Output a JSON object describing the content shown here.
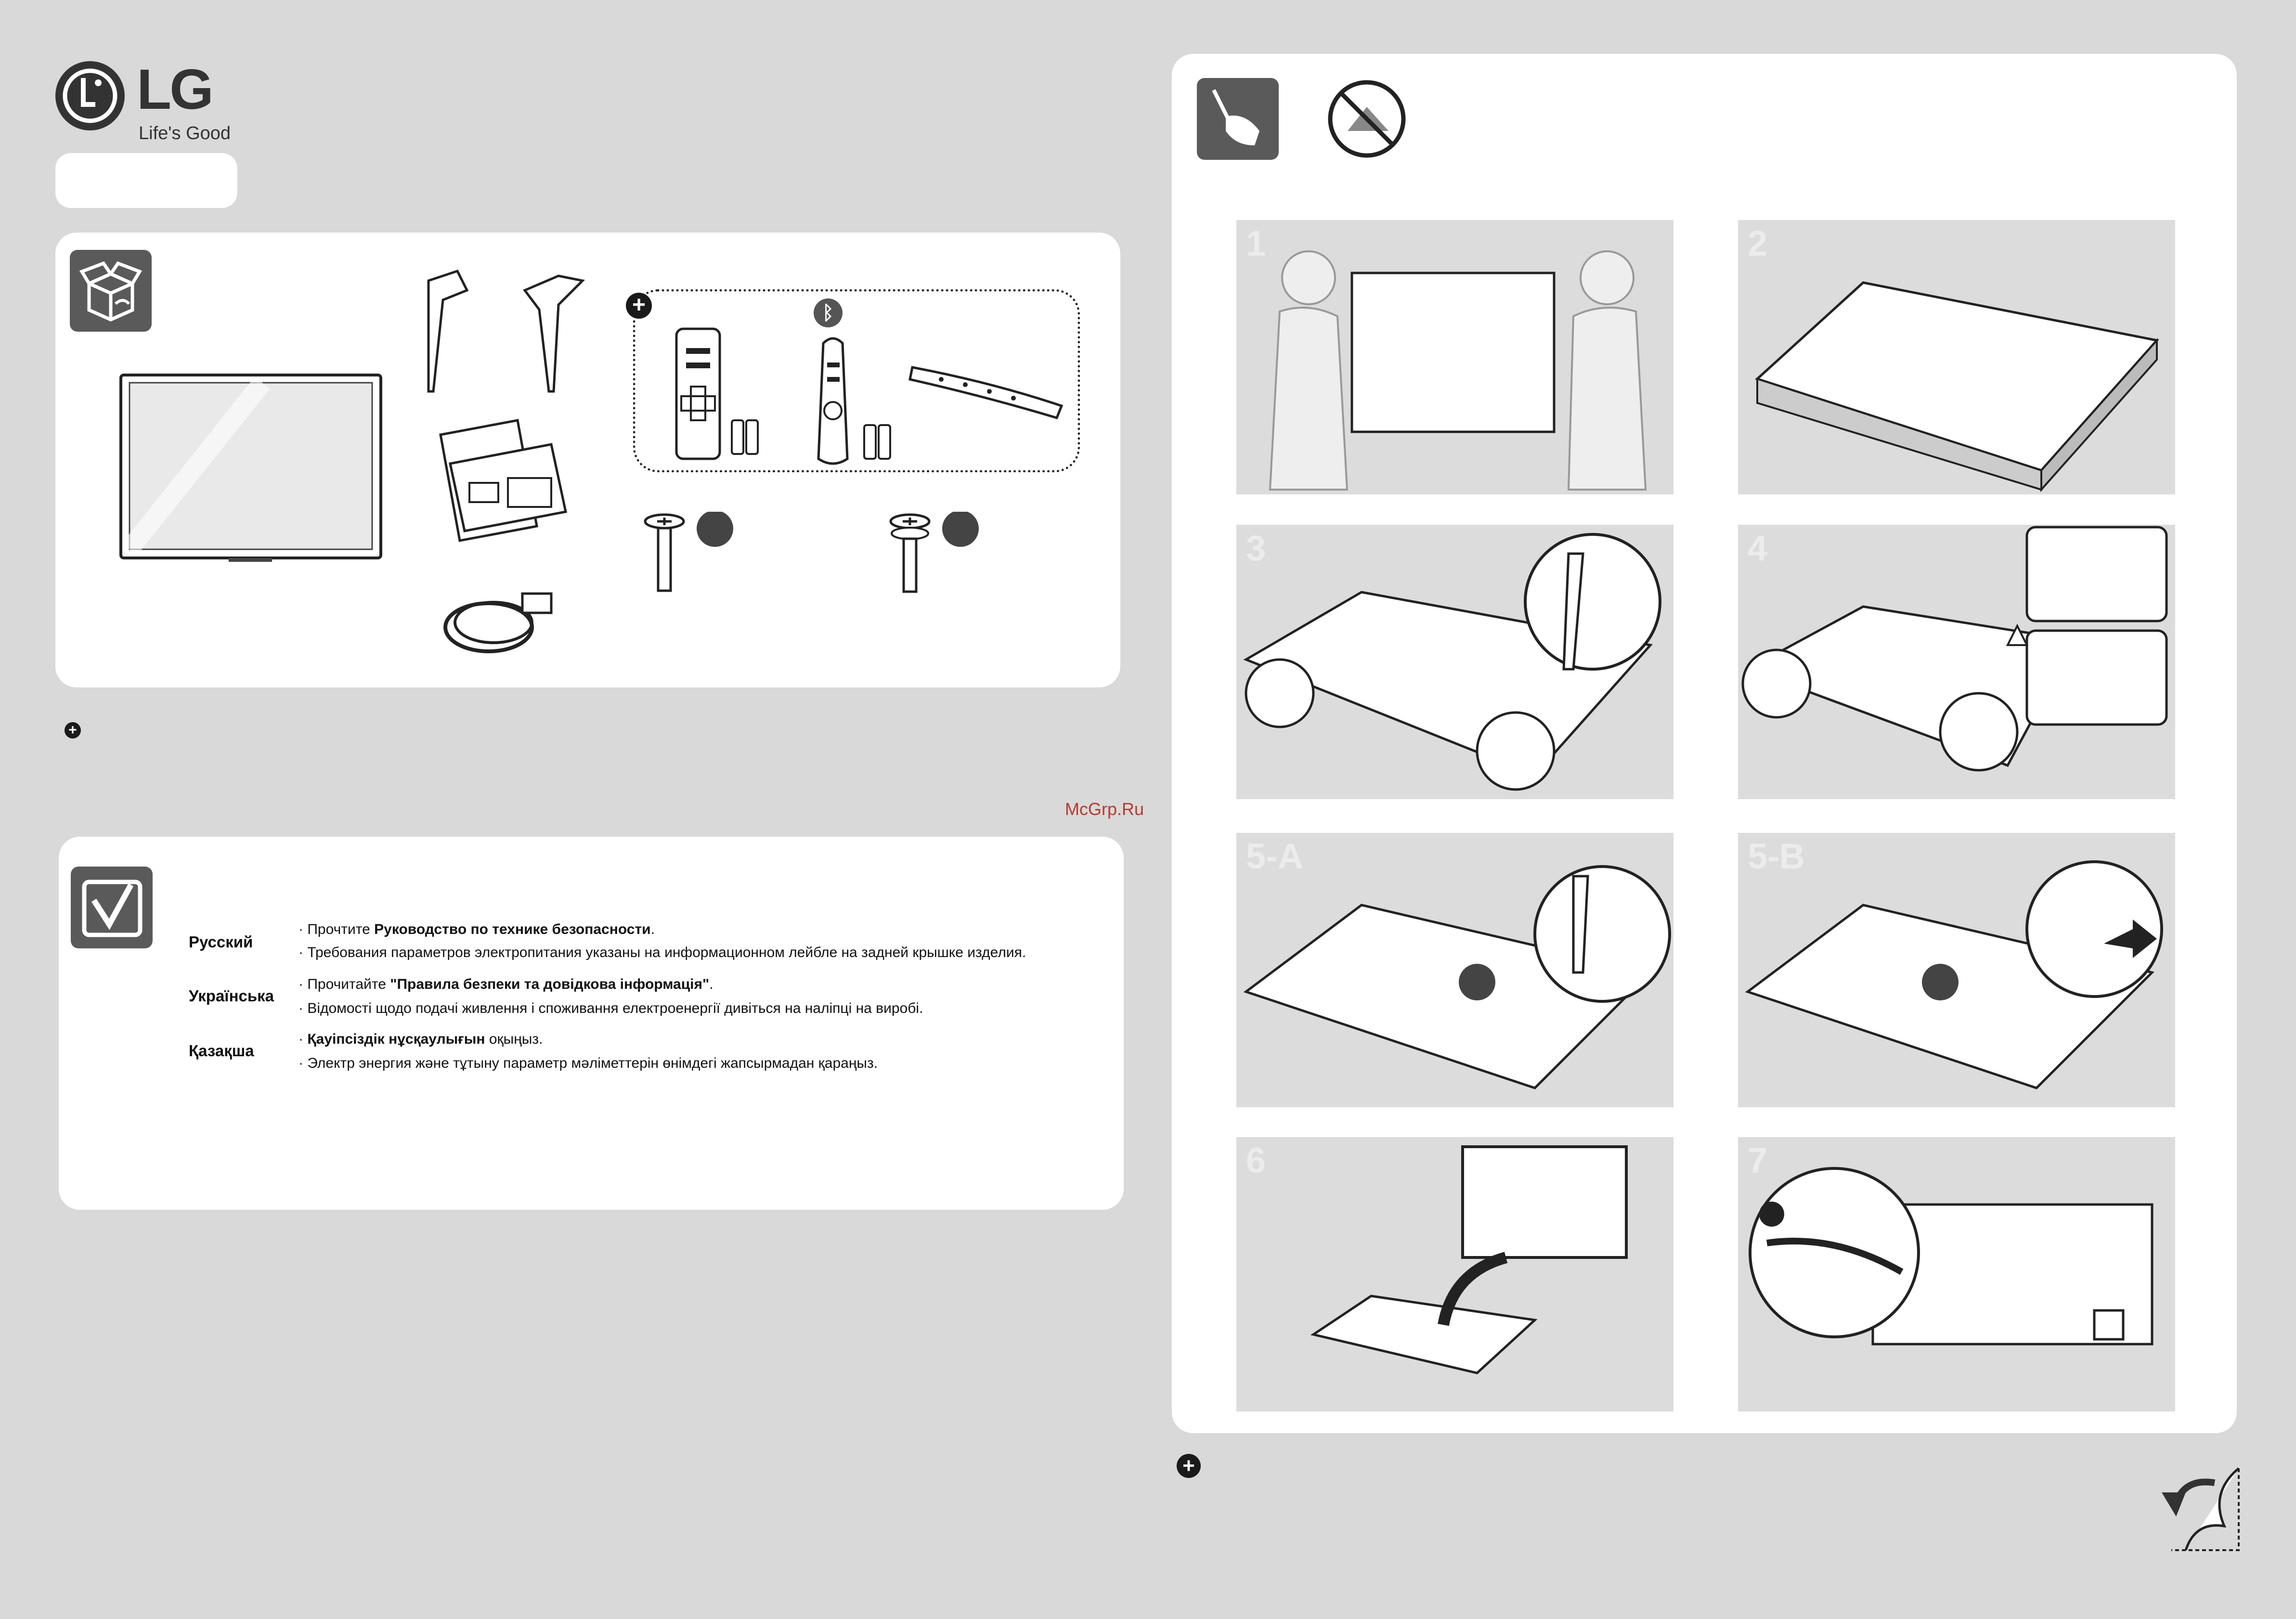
{
  "brand": {
    "logo_letter": "LG",
    "tagline": "Life's Good"
  },
  "watermark": "McGrp.Ru",
  "steps": [
    "1",
    "2",
    "3",
    "4",
    "5-A",
    "5-B",
    "6",
    "7"
  ],
  "safety": {
    "languages": [
      {
        "name": "Русский",
        "line1_pre": "· Прочтите ",
        "line1_bold": "Руководство по технике безопасности",
        "line1_post": ".",
        "line2": "· Требования параметров электропитания указаны на информационном лейбле на задней крышке изделия."
      },
      {
        "name": "Українська",
        "line1_pre": "· Прочитайте ",
        "line1_bold": "\"Правила безпеки та довідкова інформація\"",
        "line1_post": ".",
        "line2": "· Відомості щодо подачі живлення і споживання електроенергії дивіться на наліпці на виробі."
      },
      {
        "name": "Қазақша",
        "line1_pre": "· ",
        "line1_bold": "Қауіпсіздік нұсқаулығын",
        "line1_post": " оқыңыз.",
        "line2": "· Электр энергия және тұтыну параметр мәліметтерін өнімдегі жапсырмадан қараңыз."
      }
    ]
  },
  "colors": {
    "background": "#d9d9d9",
    "panel": "#ffffff",
    "icon_box": "#5a5a5a",
    "illustration_bg": "#dcdcdc",
    "watermark": "#b33b2e"
  }
}
